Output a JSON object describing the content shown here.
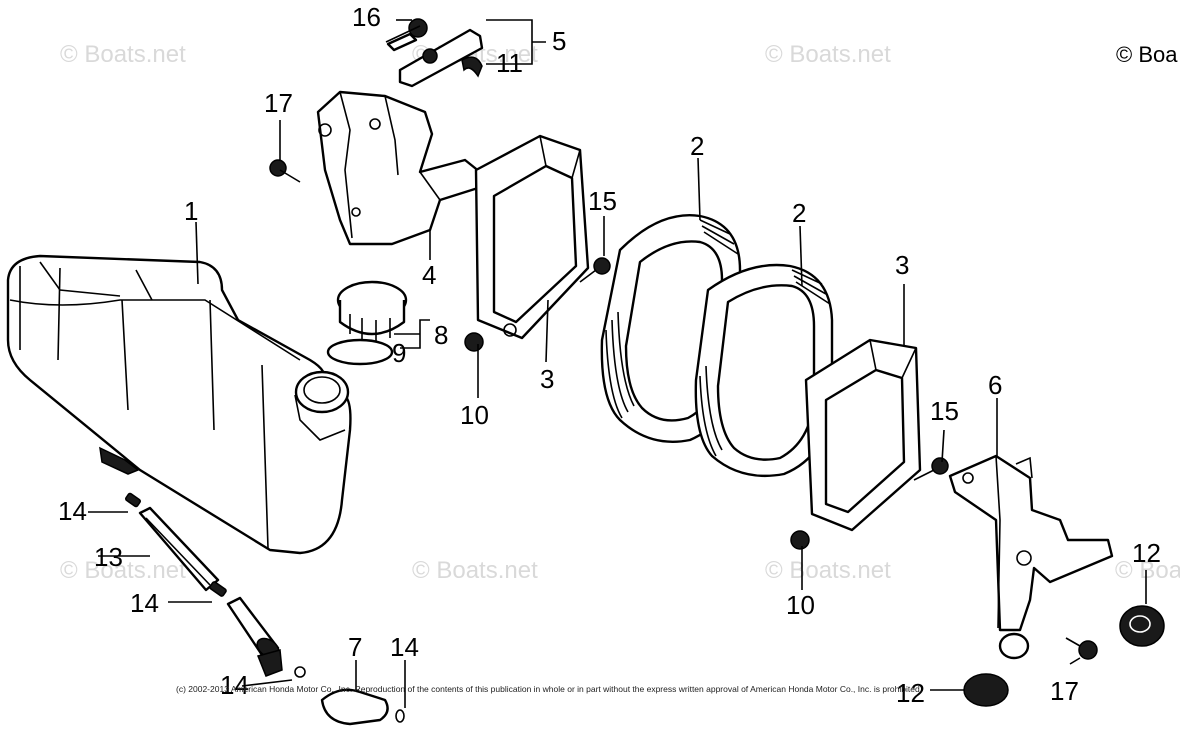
{
  "watermark_text": "© Boats.net",
  "corner_text": "© Boa",
  "copyright_line": "(c) 2002-2013 American Honda Motor Co., Inc. Reproduction of the contents of this publication in whole or in part without the express written approval of American Honda Motor Co., Inc. is prohibited.",
  "callouts": {
    "c1": "1",
    "c2a": "2",
    "c2b": "2",
    "c3a": "3",
    "c3b": "3",
    "c4": "4",
    "c5": "5",
    "c6": "6",
    "c7": "7",
    "c8": "8",
    "c9": "9",
    "c10a": "10",
    "c10b": "10",
    "c11": "11",
    "c12a": "12",
    "c12b": "12",
    "c13": "13",
    "c14a": "14",
    "c14b": "14",
    "c14c": "14",
    "c14d": "14",
    "c15a": "15",
    "c15b": "15",
    "c16": "16",
    "c17a": "17",
    "c17b": "17"
  }
}
